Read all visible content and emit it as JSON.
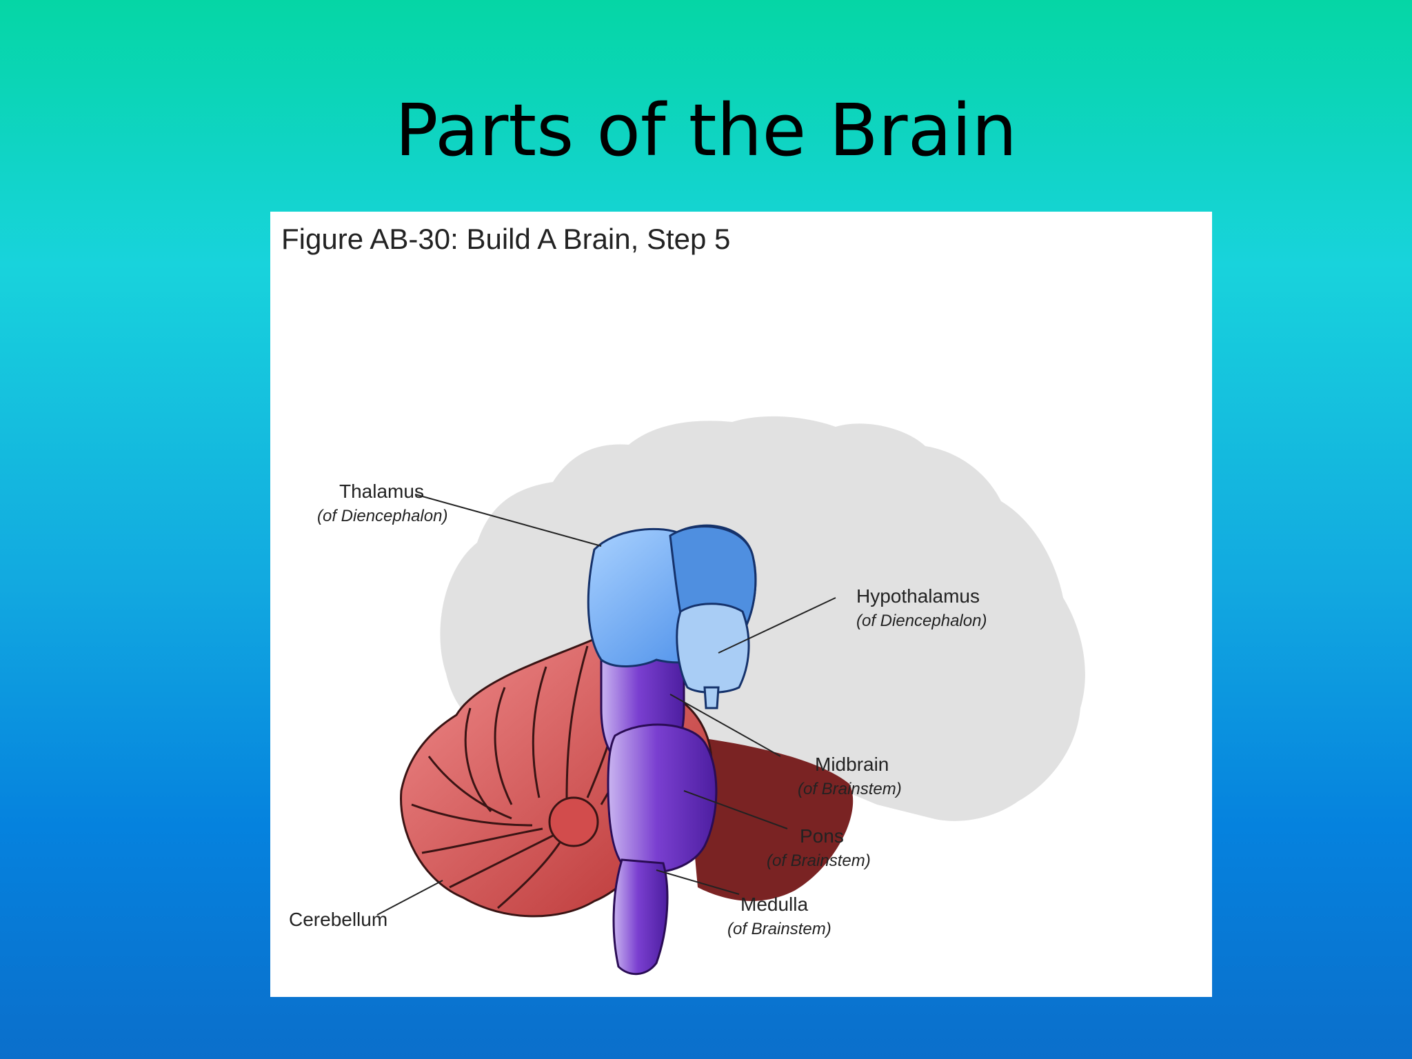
{
  "slide": {
    "title": "Parts of the Brain"
  },
  "figure": {
    "caption": "Figure AB-30: Build A Brain, Step 5",
    "labels": {
      "thalamus": {
        "name": "Thalamus",
        "sub": "(of Diencephalon)"
      },
      "hypothalamus": {
        "name": "Hypothalamus",
        "sub": "(of Diencephalon)"
      },
      "midbrain": {
        "name": "Midbrain",
        "sub": "(of Brainstem)"
      },
      "pons": {
        "name": "Pons",
        "sub": "(of Brainstem)"
      },
      "medulla": {
        "name": "Medulla",
        "sub": "(of Brainstem)"
      },
      "cerebellum": {
        "name": "Cerebellum"
      }
    }
  },
  "colors": {
    "cerebrum_silhouette": "#e1e1e1",
    "thalamus": "#5b9fec",
    "hypothalamus": "#a9cdf5",
    "brainstem": "#6a2ec0",
    "cerebellum": "#d24c4c",
    "cerebellum_dark": "#7a2323"
  }
}
